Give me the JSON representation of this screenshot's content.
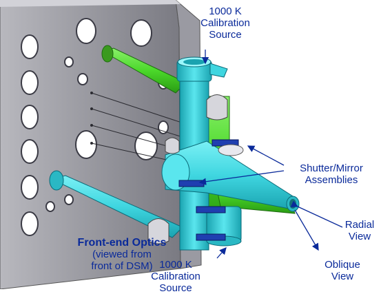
{
  "labels": {
    "top_source": [
      "1000 K",
      "Calibration",
      "Source"
    ],
    "shutter": [
      "Shutter/Mirror",
      "Assemblies"
    ],
    "radial": [
      "Radial",
      "View"
    ],
    "oblique": [
      "Oblique",
      "View"
    ],
    "bottom_source": [
      "1000 K",
      "Calibration",
      "Source"
    ],
    "front_end_title": "Front-end Optics",
    "front_end_sub": [
      "(viewed from",
      "front of DSM)"
    ]
  },
  "colors": {
    "label_text": "#0a2a9a",
    "plate": "#8c8c92",
    "plate_dark": "#5e5e66",
    "cyan_part": "#3fd6e0",
    "green_part": "#4bd82a",
    "mirror_blue": "#1f3fb0",
    "arrow": "#0a2a9a"
  }
}
